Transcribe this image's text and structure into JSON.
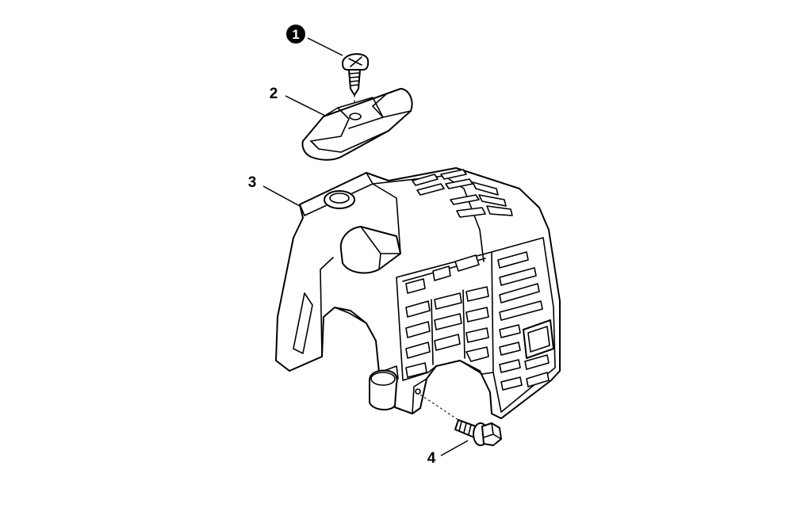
{
  "diagram": {
    "callouts": [
      {
        "id": "1",
        "label": "1",
        "style": "inverted-circle"
      },
      {
        "id": "2",
        "label": "2",
        "style": "plain"
      },
      {
        "id": "3",
        "label": "3",
        "style": "plain"
      },
      {
        "id": "4",
        "label": "4",
        "style": "plain"
      }
    ],
    "colors": {
      "line": "#000000",
      "background": "#ffffff"
    }
  }
}
